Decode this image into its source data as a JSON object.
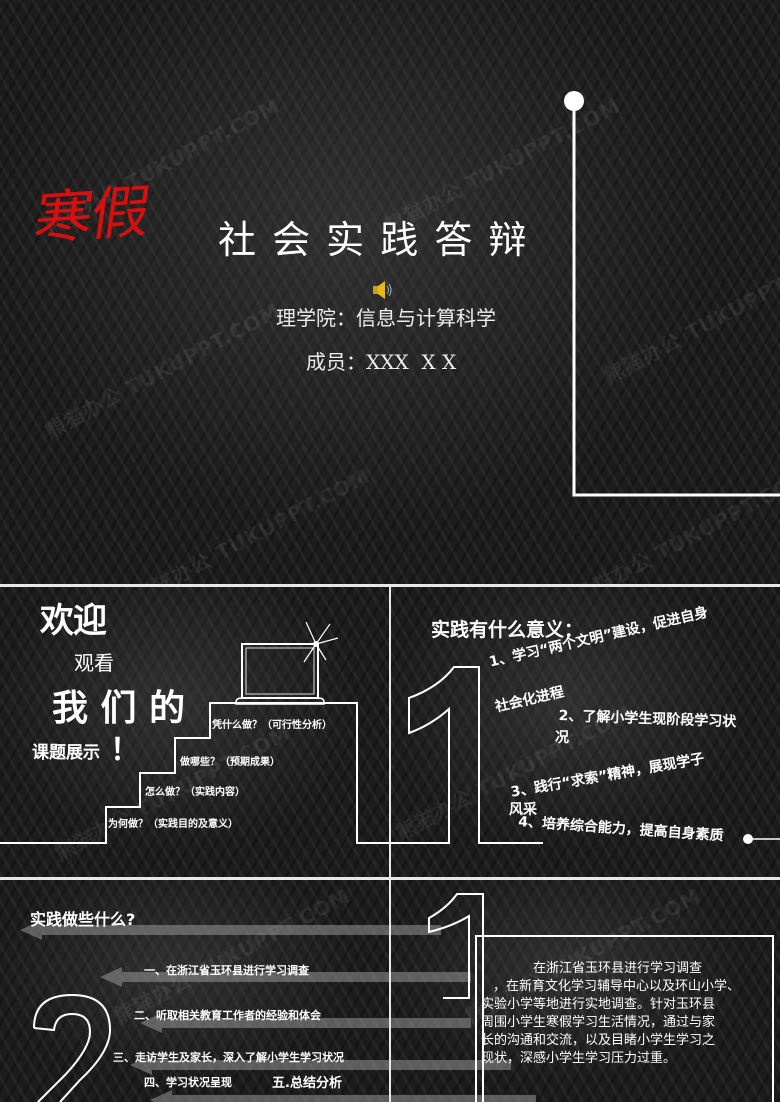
{
  "watermark": "熊猫办公 TUKUPPT.COM",
  "slide1": {
    "title_red": "寒假",
    "title_rest": "社 会 实 践 答 辩",
    "college": "理学院：信息与计算科学",
    "members": "成员：XXX  X X",
    "speaker_icon": "speaker-icon",
    "colors": {
      "accent_red": "#d90f0f",
      "text": "#ffffff"
    }
  },
  "slide2": {
    "line1": "欢迎",
    "line2": "观看",
    "line3": "我 们 的",
    "line4": "课题展示",
    "exclaim": "！",
    "steps": [
      "为何做？（实践目的及意义）",
      "怎么做？（实践内容）",
      "做哪些？（预期成果）",
      "凭什么做？（可行性分析）"
    ],
    "laptop_icon": "laptop-icon"
  },
  "slide3": {
    "title": "实践有什么意义：",
    "big_number": "1",
    "items": [
      "1、学习“两个文明”建设，促进自身",
      "社会化进程",
      "2、了解小学生现阶段学习状",
      "况",
      "3、践行“求索”精神，展现学子",
      "风采",
      "4、培养综合能力，提高自身素质"
    ]
  },
  "slide4": {
    "title": "实践做些什么?",
    "big_number": "2",
    "items": [
      "一、在浙江省玉环县进行学习调查",
      "二、听取相关教育工作者的经验和体会",
      "三、走访学生及家长，深入了解小学生学习状况",
      "四、学习状况呈现",
      "五.总结分析"
    ]
  },
  "slide5": {
    "big_number": "1",
    "box_title": "在浙江省玉环县进行学习调查",
    "box_lines": [
      "，在新育文化学习辅导中心以及环山小学、",
      "实验小学等地进行实地调查。针对玉环县",
      "周围小学生寒假学习生活情况，通过与家",
      "长的沟通和交流，以及目睹小学生学习之",
      "现状，深感小学生学习压力过重。"
    ]
  }
}
